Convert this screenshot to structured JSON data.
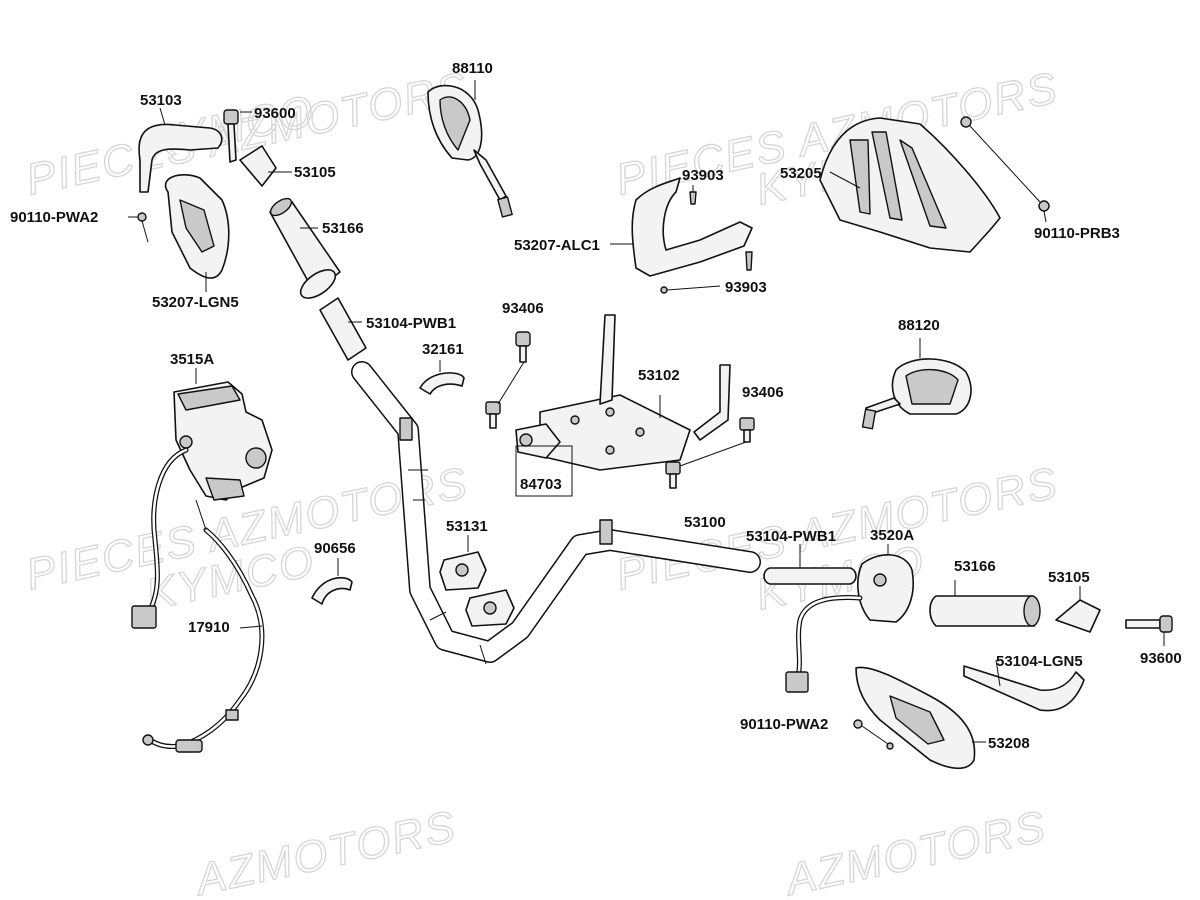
{
  "watermark": {
    "lines": [
      "PIECES AZMOTORS",
      "KYMCO",
      "AZMOTORS"
    ],
    "color": "#d6d6d6"
  },
  "labels": {
    "p53103": "53103",
    "p93600_l": "93600",
    "p53105_l": "53105",
    "p90110pwa2_l": "90110-PWA2",
    "p53166_l": "53166",
    "p53207lgn5": "53207-LGN5",
    "p88110": "88110",
    "p93903_a": "93903",
    "p53207alc1": "53207-ALC1",
    "p93903_b": "93903",
    "p53205": "53205",
    "p90110prb3": "90110-PRB3",
    "p53104pwb1_l": "53104-PWB1",
    "p32161": "32161",
    "p93406_a": "93406",
    "p53102": "53102",
    "p93406_b": "93406",
    "p84703": "84703",
    "p88120": "88120",
    "p3515a": "3515A",
    "p53131": "53131",
    "p90656": "90656",
    "p17910": "17910",
    "p53100": "53100",
    "p53104pwb1_r": "53104-PWB1",
    "p3520a": "3520A",
    "p53166_r": "53166",
    "p53105_r": "53105",
    "p93600_r": "93600",
    "p53104lgn5": "53104-LGN5",
    "p90110pwa2_r": "90110-PWA2",
    "p53208": "53208"
  }
}
